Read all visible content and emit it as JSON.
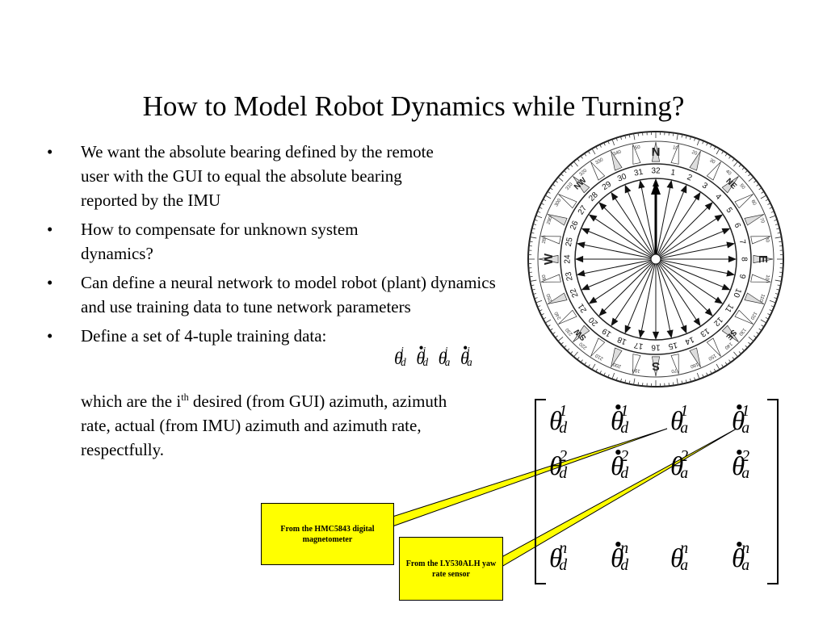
{
  "title": "How to Model Robot Dynamics while Turning?",
  "bullets": [
    "We want the absolute bearing defined by the remote user with the GUI to equal the absolute bearing reported by the IMU",
    "How to compensate for unknown system dynamics?",
    "Can define a neural network to model robot (plant) dynamics and use training data to tune network parameters",
    "Define a set of 4-tuple training data:"
  ],
  "bullet_marker": "•",
  "continuation": {
    "before": "which are the i",
    "superscript": "th",
    "after": " desired (from GUI) azimuth, azimuth rate, actual (from IMU) azimuth and azimuth rate, respectfully."
  },
  "symbols": {
    "theta": "θ",
    "dot": "•",
    "sub_d": "d",
    "sub_a": "a",
    "inline_sup": "i",
    "row_sups": [
      "1",
      "2",
      "n"
    ]
  },
  "callouts": {
    "magnetometer": "From the HMC5843 digital magnetometer",
    "yaw_sensor": "From the LY530ALH yaw rate sensor"
  },
  "compass": {
    "cardinals": [
      "N",
      "E",
      "S",
      "W"
    ],
    "intercardinals": [
      "NE",
      "SE",
      "SW",
      "NW"
    ],
    "inner_ring": [
      "1",
      "2",
      "3",
      "4",
      "5",
      "6",
      "7",
      "8",
      "9",
      "10",
      "11",
      "12",
      "13",
      "14",
      "15",
      "16",
      "17",
      "18",
      "19",
      "20",
      "21",
      "22",
      "23",
      "24",
      "25",
      "26",
      "27",
      "28",
      "29",
      "30",
      "31",
      "32"
    ],
    "degrees": [
      "0",
      "10",
      "20",
      "30",
      "40",
      "50",
      "60",
      "70",
      "80",
      "90",
      "100",
      "110",
      "120",
      "130",
      "140",
      "150",
      "160",
      "170",
      "180",
      "190",
      "200",
      "210",
      "220",
      "230",
      "240",
      "250",
      "260",
      "270",
      "280",
      "290",
      "300",
      "310",
      "320",
      "330",
      "340",
      "350"
    ]
  },
  "colors": {
    "callout_fill": "#ffff00",
    "callout_line_fill": "#ffff00"
  }
}
